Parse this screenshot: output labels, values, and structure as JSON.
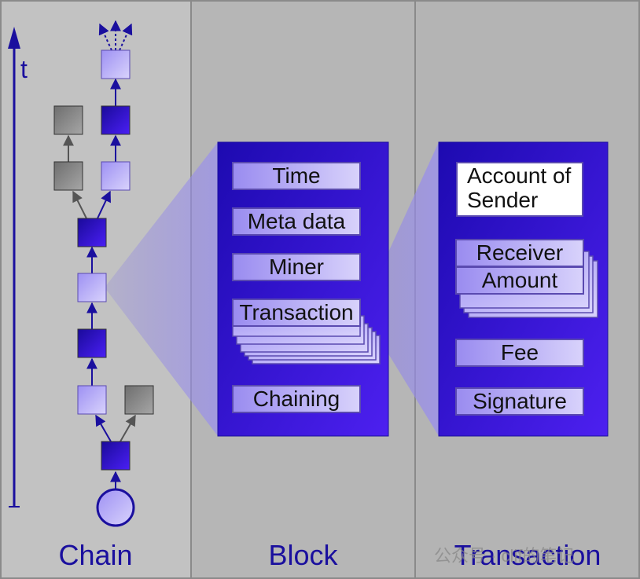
{
  "panels": {
    "chain": "Chain",
    "block": "Block",
    "transaction": "Transaction"
  },
  "time_axis": "t",
  "block_fields": {
    "time": "Time",
    "meta": "Meta data",
    "miner": "Miner",
    "transaction": "Transaction",
    "chaining": "Chaining"
  },
  "tx_fields": {
    "sender": "Account of Sender",
    "receiver": "Receiver",
    "amount": "Amount",
    "fee": "Fee",
    "signature": "Signature"
  },
  "watermark": "公众号 · clif的笔记",
  "colors": {
    "dark_block": "#2a0fd0",
    "light_block": "#b8aef8",
    "orphan_block": "#8c8c8c",
    "axis": "#1a0f9e"
  }
}
